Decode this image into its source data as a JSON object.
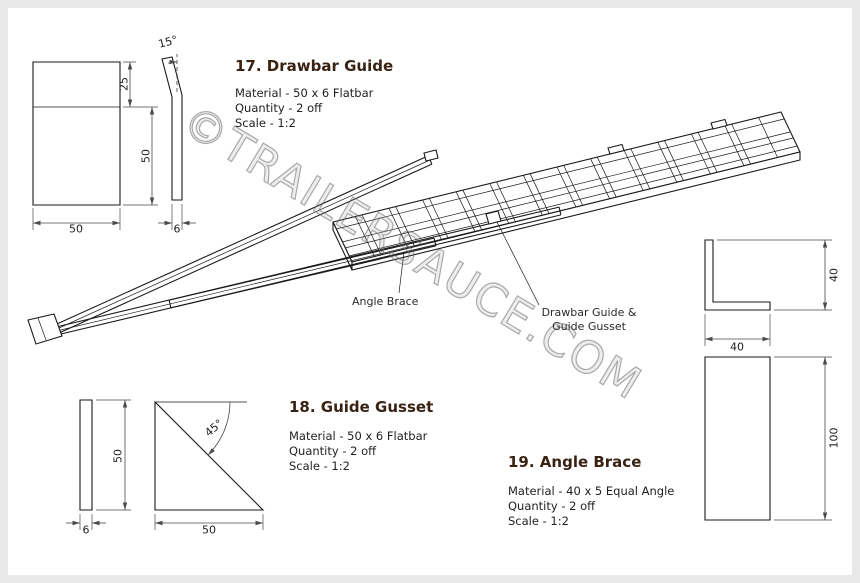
{
  "watermark": "©TRAILERSAUCE.COM",
  "colors": {
    "title": "#3a2212",
    "body_text": "#1f1f1f",
    "drawing_line": "#1a1a1a",
    "dimension_line": "#4a4a4a",
    "watermark_gray": "#8a8a8a",
    "background": "#ffffff"
  },
  "sections": {
    "drawbar_guide": {
      "number": "17",
      "title": "17. Drawbar Guide",
      "material": "Material - 50 x 6 Flatbar",
      "quantity": "Quantity - 2 off",
      "scale": "Scale - 1:2",
      "dims": {
        "front_width": "50",
        "bend_top": "25",
        "bend_bottom": "50",
        "thickness": "6",
        "bend_angle": "15°"
      }
    },
    "guide_gusset": {
      "number": "18",
      "title": "18. Guide Gusset",
      "material": "Material - 50 x 6 Flatbar",
      "quantity": "Quantity - 2 off",
      "scale": "Scale - 1:2",
      "dims": {
        "height": "50",
        "base": "50",
        "thickness": "6",
        "corner_angle": "45°"
      }
    },
    "angle_brace": {
      "number": "19",
      "title": "19. Angle Brace",
      "material": "Material - 40 x 5 Equal Angle",
      "quantity": "Quantity - 2 off",
      "scale": "Scale - 1:2",
      "dims": {
        "leg": "40",
        "base": "40",
        "length": "100"
      }
    }
  },
  "assembly": {
    "angle_brace_label": "Angle Brace",
    "guide_label_line1": "Drawbar Guide &",
    "guide_label_line2": "Guide Gusset"
  }
}
